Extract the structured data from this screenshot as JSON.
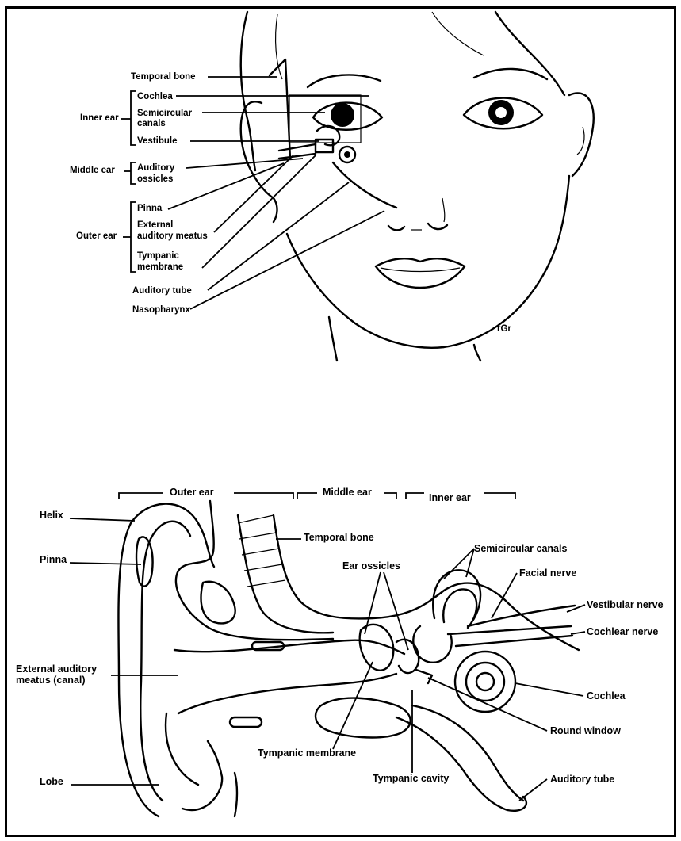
{
  "top_figure": {
    "labels": {
      "temporal_bone": "Temporal bone",
      "cochlea": "Cochlea",
      "semicircular_canals": "Semicircular",
      "semicircular_canals_2": "canals",
      "vestibule": "Vestibule",
      "auditory_ossicles": "Auditory",
      "auditory_ossicles_2": "ossicles",
      "pinna": "Pinna",
      "external_auditory_meatus": "External",
      "external_auditory_meatus_2": "auditory meatus",
      "tympanic_membrane": "Tympanic",
      "tympanic_membrane_2": "membrane",
      "auditory_tube": "Auditory tube",
      "nasopharynx": "Nasopharynx"
    },
    "groups": {
      "inner_ear": "Inner ear",
      "middle_ear": "Middle ear",
      "outer_ear": "Outer ear"
    },
    "signature": "rGr"
  },
  "bottom_figure": {
    "regions": {
      "outer_ear": "Outer ear",
      "middle_ear": "Middle ear",
      "inner_ear": "Inner ear"
    },
    "labels": {
      "helix": "Helix",
      "pinna": "Pinna",
      "temporal_bone": "Temporal bone",
      "semicircular_canals": "Semicircular canals",
      "ear_ossicles": "Ear ossicles",
      "facial_nerve": "Facial nerve",
      "vestibular_nerve": "Vestibular nerve",
      "cochlear_nerve": "Cochlear nerve",
      "external_auditory_meatus": "External auditory",
      "external_auditory_meatus_2": "meatus (canal)",
      "cochlea": "Cochlea",
      "round_window": "Round window",
      "tympanic_membrane": "Tympanic membrane",
      "tympanic_cavity": "Tympanic cavity",
      "auditory_tube": "Auditory tube",
      "lobe": "Lobe"
    }
  }
}
